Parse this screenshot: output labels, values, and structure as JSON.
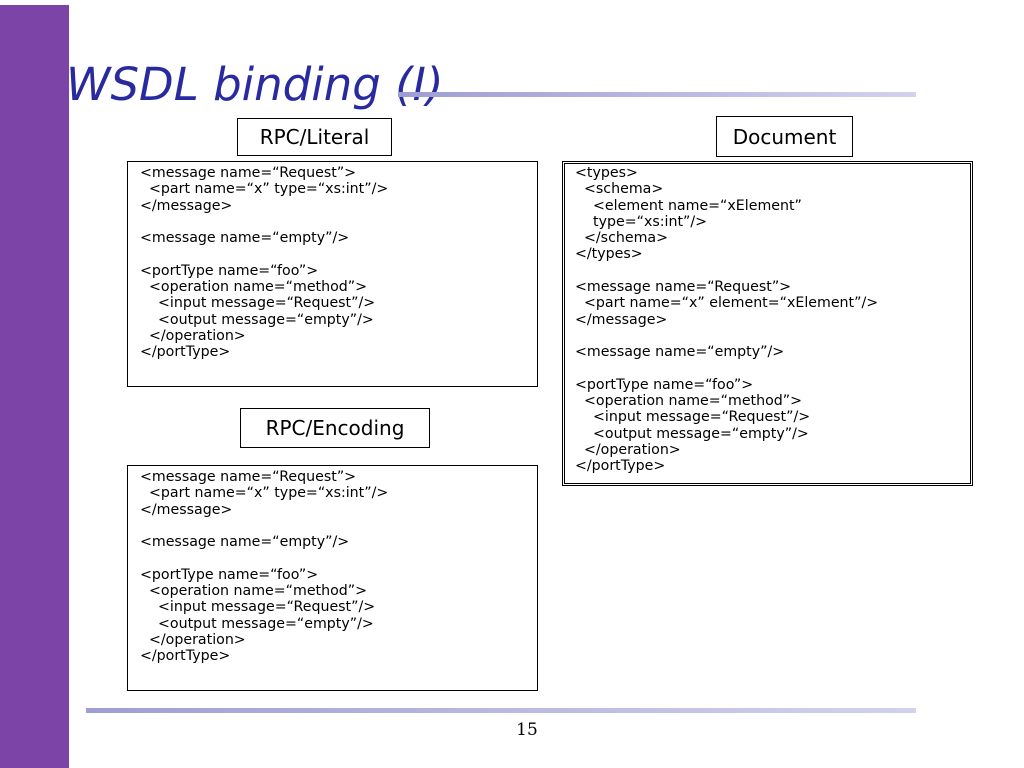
{
  "slide": {
    "title": "WSDL binding (I)",
    "page_number": "15"
  },
  "labels": {
    "rpc_literal": "RPC/Literal",
    "rpc_encoding": "RPC/Encoding",
    "document": "Document"
  },
  "rpc_literal_code": [
    "<message name=“Request”>",
    "  <part name=“x” type=“xs:int”/>",
    "</message>",
    "",
    "<message name=“empty”/>",
    "",
    "<portType name=“foo”>",
    "  <operation name=“method”>",
    "    <input message=“Request”/>",
    "    <output message=“empty”/>",
    "  </operation>",
    "</portType>"
  ],
  "rpc_encoding_code": [
    "<message name=“Request”>",
    "  <part name=“x” type=“xs:int”/>",
    "</message>",
    "",
    "<message name=“empty”/>",
    "",
    "<portType name=“foo”>",
    "  <operation name=“method”>",
    "    <input message=“Request”/>",
    "    <output message=“empty”/>",
    "  </operation>",
    "</portType>"
  ],
  "document_code": [
    "<types>",
    "  <schema>",
    "    <element name=“xElement”",
    "    type=“xs:int”/>",
    "  </schema>",
    "</types>",
    "",
    "<message name=“Request”>",
    "  <part name=“x” element=“xElement”/>",
    "</message>",
    "",
    "<message name=“empty”/>",
    "",
    "<portType name=“foo”>",
    "  <operation name=“method”>",
    "    <input message=“Request”/>",
    "    <output message=“empty”/>",
    "  </operation>",
    "</portType>"
  ]
}
